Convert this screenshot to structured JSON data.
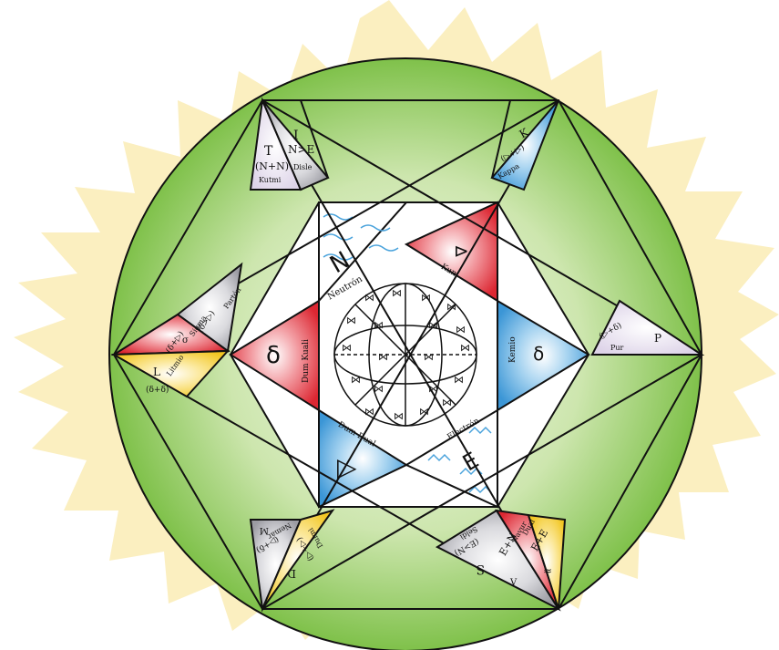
{
  "colors": {
    "sun": "#fbefc0",
    "green_outer": "#8fca5a",
    "green_inner": "#e9f5dc",
    "red": "#e0303a",
    "blue": "#4aa3dc",
    "yellow": "#f5d33a",
    "grey": "#b8b8bc",
    "lavender": "#ece6f2",
    "line": "#111111"
  },
  "center": {
    "neutron": {
      "name": "Neutrón",
      "symbol": "N"
    },
    "kum": {
      "name": "Kum",
      "symbol": "⊳"
    },
    "kemio": {
      "name": "Kemio",
      "symbol": "δ"
    },
    "electron": {
      "name": "Electrón",
      "symbol": "E"
    },
    "dum_dual": {
      "name": "Dum Dual",
      "symbol": "▷"
    },
    "dum_kuali": {
      "name": "Dum Kuali",
      "symbol": "δ"
    }
  },
  "corners": {
    "top_left_t": {
      "name": "Kutmi",
      "letter": "T",
      "formula": "(N+N)"
    },
    "top_left_i": {
      "name": "Disle",
      "letter": "I",
      "formula": "N>E"
    },
    "top_right_k": {
      "name": "Kappa",
      "letter": "K",
      "formula": "(▷+▷)"
    },
    "right_p": {
      "name": "Pur",
      "letter": "P",
      "formula": "(▷+δ)"
    },
    "left_partón": {
      "name": "Partón",
      "letter": "",
      "formula": "(δ>▷)"
    },
    "left_sigma": {
      "name": "Sigma",
      "letter": "σ",
      "formula": "(δ+▷)"
    },
    "left_litmio": {
      "name": "Litmio",
      "letter": "L",
      "formula": "(δ+δ)"
    },
    "bottom_left_m": {
      "name": "Nemar",
      "letter": "M",
      "formula": "(▷+δ)"
    },
    "bottom_left_d": {
      "name": "Dulmi",
      "letter": "D",
      "formula": "(▷+▷)"
    },
    "bottom_right_s": {
      "name": "Seldi",
      "letter": "S",
      "formula": "(E>N)"
    },
    "bottom_right_v": {
      "name": "Navur",
      "letter": "V",
      "formula": "E+N"
    },
    "bottom_right_dual": {
      "name": "Dual",
      "letter": "≈",
      "formula": "E+E"
    }
  }
}
